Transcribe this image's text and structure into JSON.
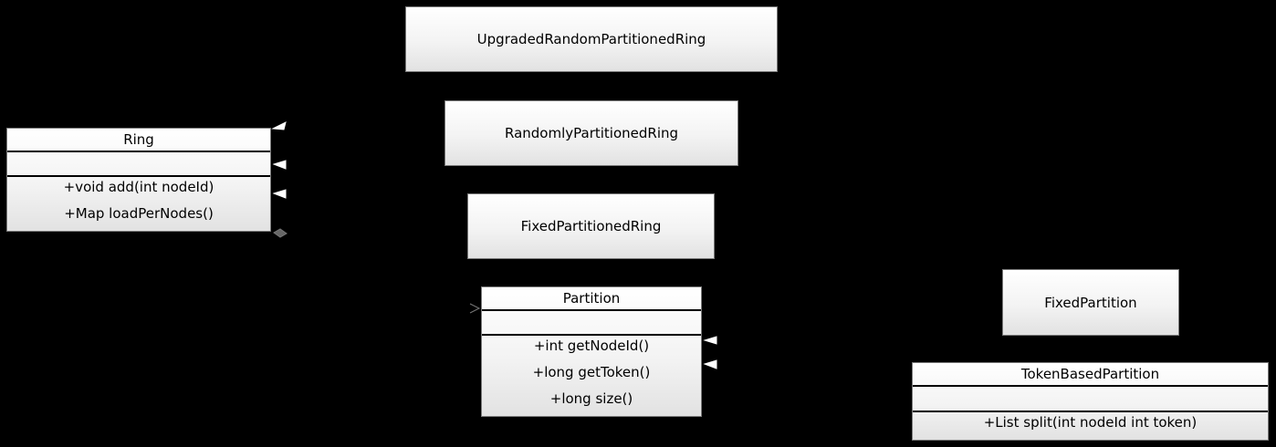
{
  "diagram": {
    "classes": {
      "upgraded_random_partitioned_ring": {
        "name": "UpgradedRandomPartitionedRing"
      },
      "randomly_partitioned_ring": {
        "name": "RandomlyPartitionedRing"
      },
      "fixed_partitioned_ring": {
        "name": "FixedPartitionedRing"
      },
      "ring": {
        "name": "Ring",
        "operations": [
          "+void add(int nodeId)",
          "+Map loadPerNodes()"
        ]
      },
      "partition": {
        "name": "Partition",
        "operations": [
          "+int getNodeId()",
          "+long getToken()",
          "+long size()"
        ]
      },
      "fixed_partition": {
        "name": "FixedPartition"
      },
      "token_based_partition": {
        "name": "TokenBasedPartition",
        "operations": [
          "+List split(int nodeId int token)"
        ]
      }
    }
  }
}
